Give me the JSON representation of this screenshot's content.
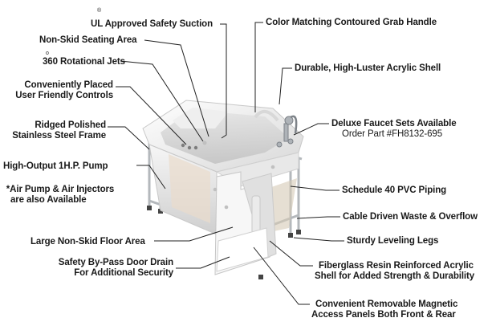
{
  "callouts": [
    {
      "id": "ul-approved",
      "text": "UL Approved Safety Suction",
      "mark": "®"
    },
    {
      "id": "non-skid-seating",
      "text": "Non-Skid Seating Area"
    },
    {
      "id": "rotational-jets",
      "text": "360 Rotational Jets",
      "mark": "o"
    },
    {
      "id": "user-controls",
      "lines": [
        "Conveniently Placed",
        "User Friendly Controls"
      ]
    },
    {
      "id": "steel-frame",
      "lines": [
        "Ridged Polished",
        "Stainless Steel Frame"
      ]
    },
    {
      "id": "pump",
      "text": "High-Output 1H.P. Pump"
    },
    {
      "id": "air-pump",
      "lines": [
        "*Air Pump & Air Injectors",
        "are also Available"
      ]
    },
    {
      "id": "floor-area",
      "text": "Large Non-Skid Floor Area"
    },
    {
      "id": "door-drain",
      "lines": [
        "Safety By-Pass Door Drain",
        "For Additional Security"
      ]
    },
    {
      "id": "grab-handle",
      "text": "Color Matching Contoured Grab Handle"
    },
    {
      "id": "acrylic-shell",
      "text": "Durable, High-Luster Acrylic Shell"
    },
    {
      "id": "faucet",
      "lines": [
        "Deluxe Faucet Sets Available",
        "Order Part #FH8132-695"
      ]
    },
    {
      "id": "pvc-piping",
      "text": "Schedule 40 PVC Piping"
    },
    {
      "id": "waste-overflow",
      "text": "Cable Driven Waste & Overflow"
    },
    {
      "id": "leveling-legs",
      "text": "Sturdy Leveling Legs"
    },
    {
      "id": "fiberglass",
      "lines": [
        "Fiberglass Resin Reinforced Acrylic",
        "Shell for Added Strength & Durability"
      ]
    },
    {
      "id": "access-panels",
      "lines": [
        "Convenient Removable Magnetic",
        "Access Panels Both Front & Rear"
      ]
    }
  ],
  "colors": {
    "text": "#1a1a1a",
    "leader": "#222222",
    "tub_white": "#f4f4f4",
    "tub_shadow": "#d2d2d2",
    "frame": "#b8bcc0",
    "pump": "#2a2a2a"
  }
}
